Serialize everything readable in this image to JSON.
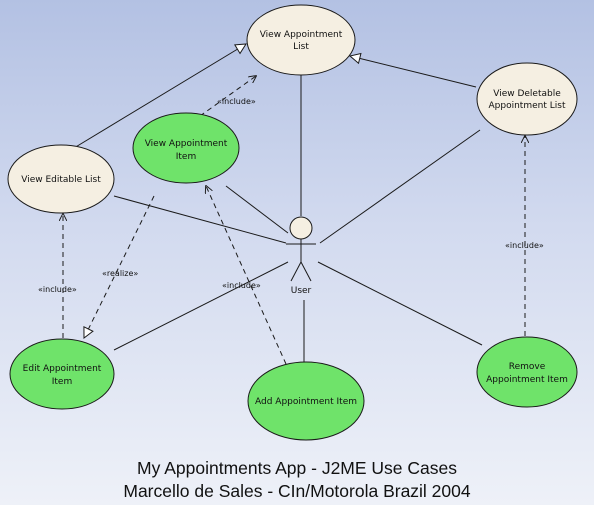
{
  "use_cases": {
    "view_appointment_list": [
      "View Appointment",
      "List"
    ],
    "view_deletable_list": [
      "View Deletable",
      "Appointment List"
    ],
    "view_appointment_item": [
      "View Appointment",
      "Item"
    ],
    "view_editable_list": [
      "View Editable List"
    ],
    "edit_appointment_item": [
      "Edit Appointment",
      "Item"
    ],
    "add_appointment_item": [
      "Add Appointment Item"
    ],
    "remove_appointment_item": [
      "Remove",
      "Appointment Item"
    ]
  },
  "actor": {
    "label": "User"
  },
  "relations": {
    "include": "«include»",
    "realize": "«realize»"
  },
  "caption": {
    "line1": "My Appointments App - J2ME Use Cases",
    "line2": "Marcello de Sales - CIn/Motorola Brazil 2004"
  },
  "colors": {
    "generic_fill": "#f5efe2",
    "concrete_fill": "#6fe36a",
    "line": "#1a1a1a"
  }
}
